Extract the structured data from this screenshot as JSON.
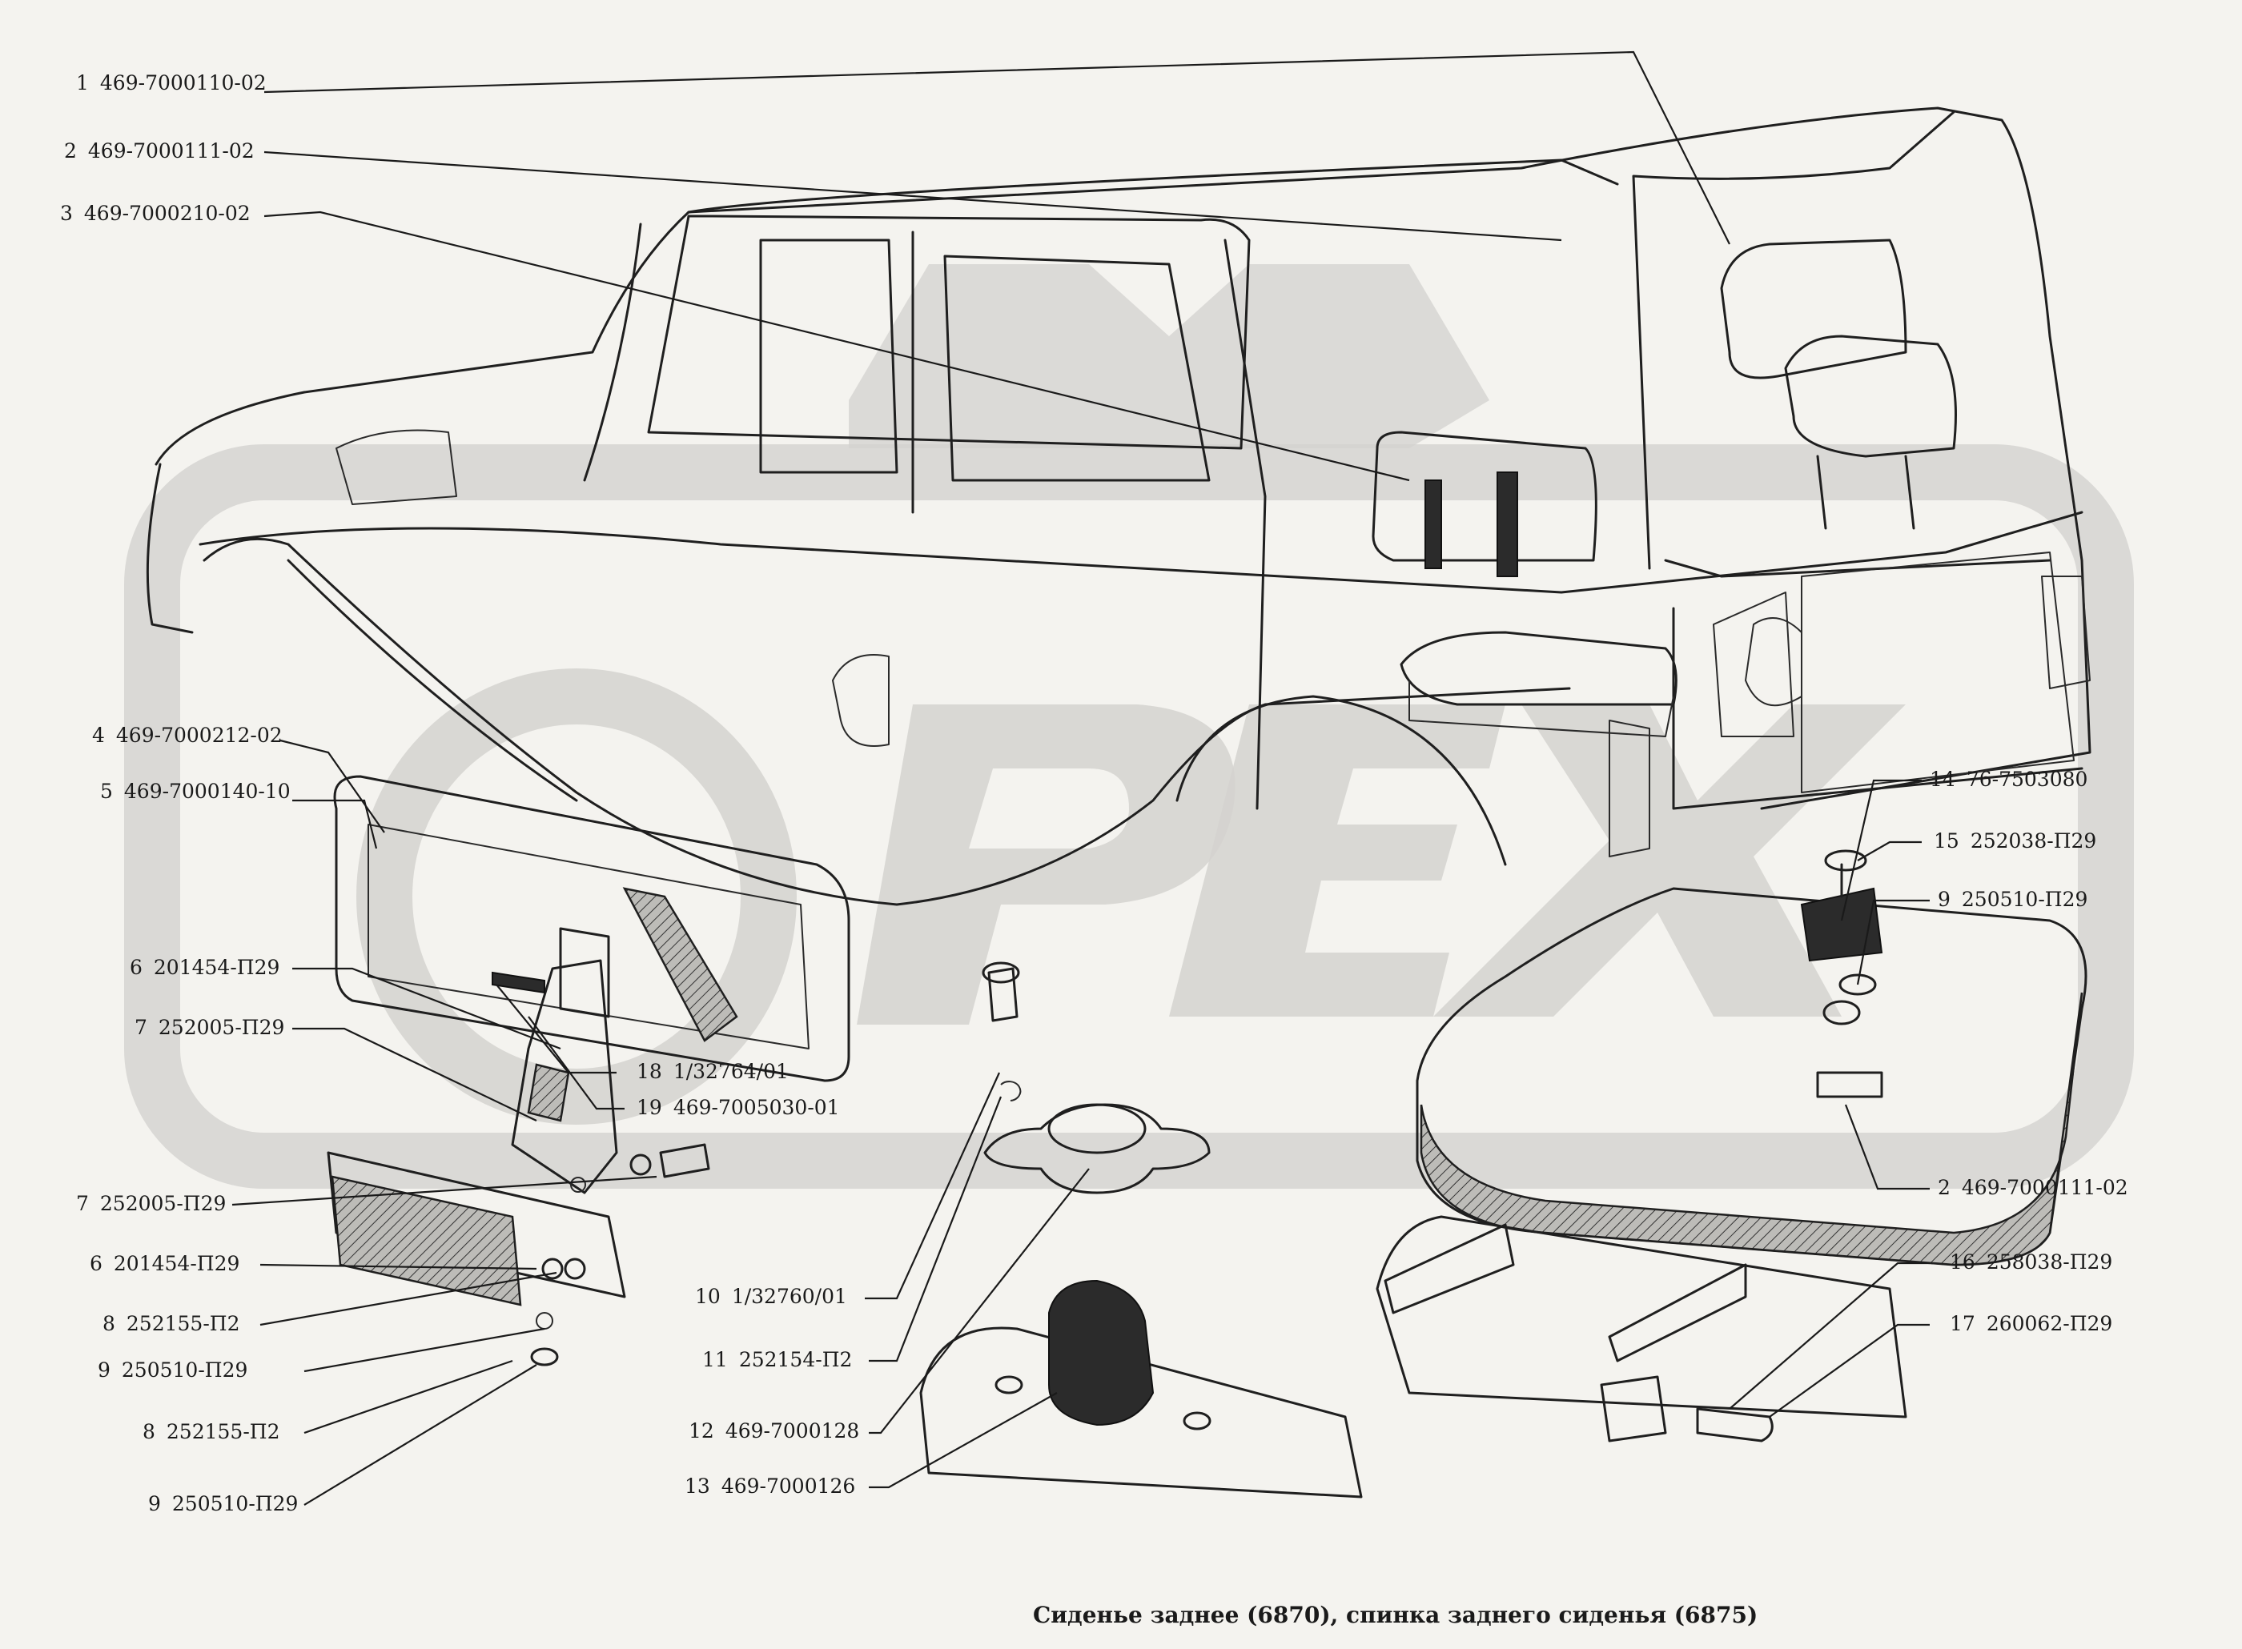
{
  "caption": "Сиденье заднее (6870), спинка заднего сиденья (6875)",
  "watermark": "ОРЕХ",
  "colors": {
    "background": "#f4f3ef",
    "watermark": "#d3d2cf",
    "ink": "#1a1a1a"
  },
  "callouts": [
    {
      "num": "1",
      "part": "469-7000110-02"
    },
    {
      "num": "2",
      "part": "469-7000111-02"
    },
    {
      "num": "3",
      "part": "469-7000210-02"
    },
    {
      "num": "4",
      "part": "469-7000212-02"
    },
    {
      "num": "5",
      "part": "469-7000140-10"
    },
    {
      "num": "6",
      "part": "201454-П29"
    },
    {
      "num": "7",
      "part": "252005-П29"
    },
    {
      "num": "18",
      "part": "1/32764/01"
    },
    {
      "num": "19",
      "part": "469-7005030-01"
    },
    {
      "num": "7",
      "part": "252005-П29"
    },
    {
      "num": "6",
      "part": "201454-П29"
    },
    {
      "num": "8",
      "part": "252155-П2"
    },
    {
      "num": "9",
      "part": "250510-П29"
    },
    {
      "num": "8",
      "part": "252155-П2"
    },
    {
      "num": "9",
      "part": "250510-П29"
    },
    {
      "num": "10",
      "part": "1/32760/01"
    },
    {
      "num": "11",
      "part": "252154-П2"
    },
    {
      "num": "12",
      "part": "469-7000128"
    },
    {
      "num": "13",
      "part": "469-7000126"
    },
    {
      "num": "14",
      "part": "76-7503080"
    },
    {
      "num": "15",
      "part": "252038-П29"
    },
    {
      "num": "9",
      "part": "250510-П29"
    },
    {
      "num": "2",
      "part": "469-7000111-02"
    },
    {
      "num": "16",
      "part": "258038-П29"
    },
    {
      "num": "17",
      "part": "260062-П29"
    }
  ]
}
